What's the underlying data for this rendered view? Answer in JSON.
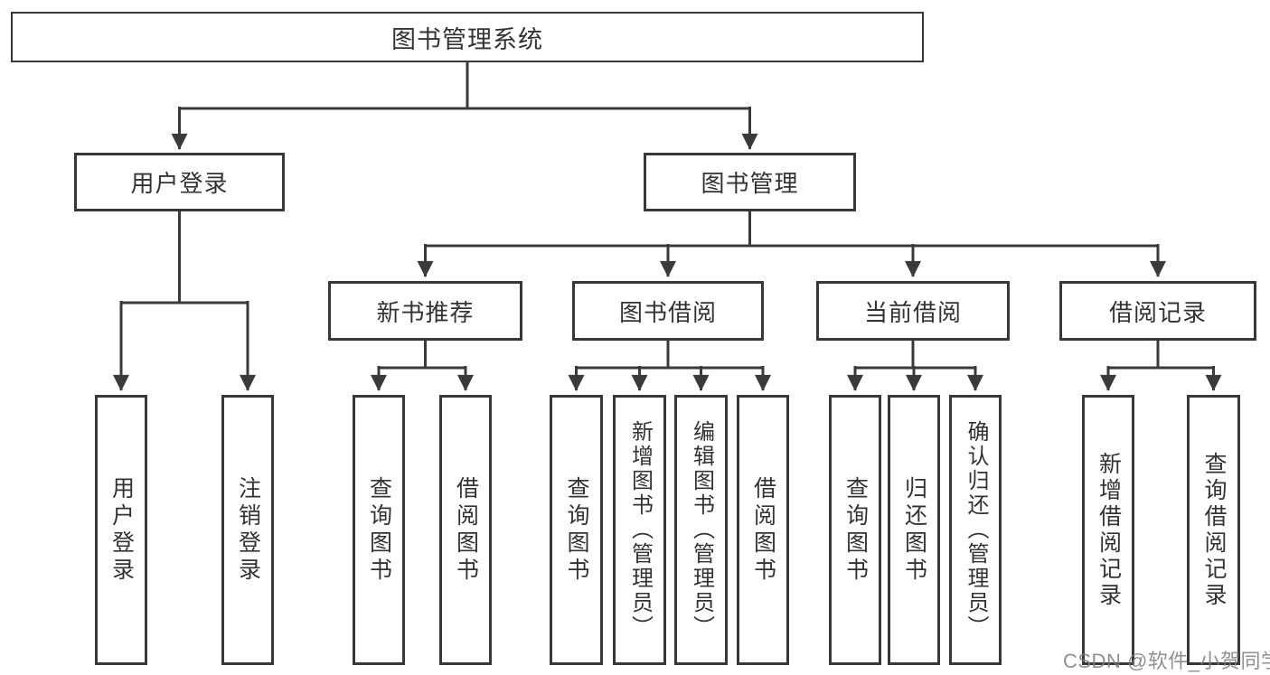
{
  "diagram": {
    "root": {
      "label": "图书管理系统"
    },
    "branches": [
      {
        "label": "用户登录",
        "children": [
          {
            "label": "用户登录"
          },
          {
            "label": "注销登录"
          }
        ]
      },
      {
        "label": "图书管理",
        "children": [
          {
            "label": "新书推荐",
            "children": [
              {
                "label": "查询图书"
              },
              {
                "label": "借阅图书"
              }
            ]
          },
          {
            "label": "图书借阅",
            "children": [
              {
                "label": "查询图书"
              },
              {
                "label": "新增图书（管理员）"
              },
              {
                "label": "编辑图书（管理员）"
              },
              {
                "label": "借阅图书"
              }
            ]
          },
          {
            "label": "当前借阅",
            "children": [
              {
                "label": "查询图书"
              },
              {
                "label": "归还图书"
              },
              {
                "label": "确认归还（管理员）"
              }
            ]
          },
          {
            "label": "借阅记录",
            "children": [
              {
                "label": "新增借阅记录"
              },
              {
                "label": "查询借阅记录"
              }
            ]
          }
        ]
      }
    ]
  },
  "watermark": {
    "text": "CSDN @软件_小贺同学"
  },
  "colors": {
    "line": "#3a3a3a",
    "box_border": "#383838",
    "text": "#333333",
    "background": "#ffffff",
    "watermark": "#7d7d7d"
  }
}
